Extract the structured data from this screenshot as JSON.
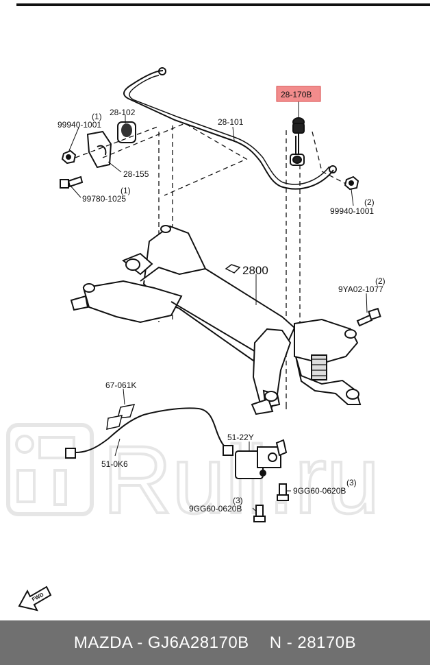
{
  "highlight_color": "#f28c8c",
  "watermark": {
    "text": "Ruli.ru",
    "color": "#e4e4e4"
  },
  "callouts": {
    "highlighted": "28-170B",
    "c28_102": "28-102",
    "c28_101": "28-101",
    "c99940_1": "99940-1001",
    "c99940_1_qty": "(1)",
    "c28_155": "28-155",
    "c99780": "99780-1025",
    "c99780_qty": "(1)",
    "c99940_2": "99940-1001",
    "c99940_2_qty": "(2)",
    "c2800": "2800",
    "c9ya02": "9YA02-1077",
    "c9ya02_qty": "(2)",
    "c67_061k": "67-061K",
    "c51_0k6": "51-0K6",
    "c51_22y": "51-22Y",
    "c9gg60_a": "9GG60-0620B",
    "c9gg60_a_qty": "(3)",
    "c9gg60_b": "9GG60-0620B",
    "c9gg60_b_qty": "(3)",
    "fwd": "FWD"
  },
  "footer": {
    "part_left": "MAZDA - GJ6A28170B",
    "part_right": "N - 28170B"
  }
}
